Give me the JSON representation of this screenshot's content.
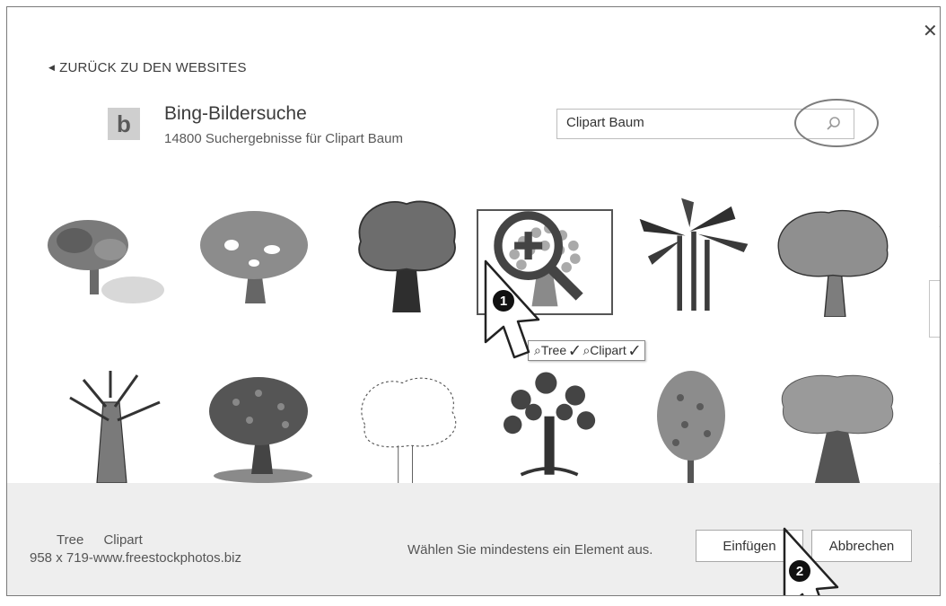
{
  "dialog": {
    "back_link": "ZURÜCK ZU DEN WEBSITES",
    "close_icon": "close-icon"
  },
  "provider": {
    "title": "Bing-Bildersuche",
    "result_count": "14800 Suchergebnisse für Clipart Baum",
    "logo_letter": "b"
  },
  "search": {
    "query": "Clipart Baum",
    "icon": "search-icon"
  },
  "results": [
    {
      "icon": "tree-clipart-1"
    },
    {
      "icon": "tree-clipart-2"
    },
    {
      "icon": "tree-clipart-3"
    },
    {
      "icon": "tree-clipart-4",
      "selected": true
    },
    {
      "icon": "palm-tree-clipart"
    },
    {
      "icon": "tree-clipart-6"
    },
    {
      "icon": "bare-tree-clipart"
    },
    {
      "icon": "apple-tree-clipart"
    },
    {
      "icon": "tree-outline-clipart"
    },
    {
      "icon": "tree-roots-clipart"
    },
    {
      "icon": "autumn-tree-clipart"
    },
    {
      "icon": "cartoon-tree-clipart"
    }
  ],
  "tag_popup": {
    "tags": "⌕Tree ✓  ⌕Clipart ✓"
  },
  "footer": {
    "tag_line": "Tree Clipart",
    "source_line": "958 x 719-www.freestockphotos.biz",
    "hint": "Wählen Sie mindestens ein Element aus.",
    "insert_label": "Einfügen",
    "cancel_label": "Abbrechen"
  },
  "callouts": [
    "1",
    "2"
  ],
  "colors": {
    "border": "#7a7a7a",
    "footer_bg": "#eeeeee"
  }
}
